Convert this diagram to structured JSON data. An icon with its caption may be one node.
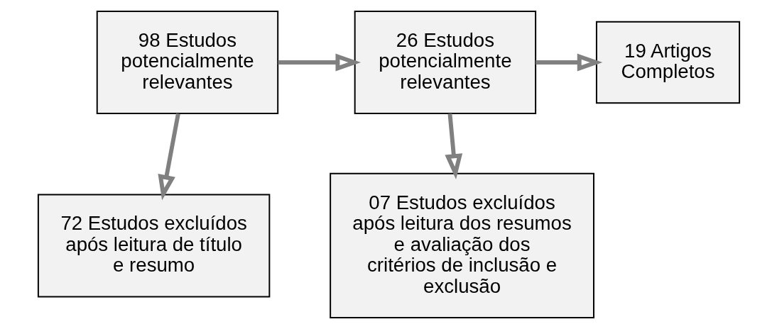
{
  "diagram": {
    "nodes": [
      {
        "text": [
          "98 Estudos potencialmente relevantes"
        ]
      },
      {
        "text": [
          "26 Estudos potencialmente relevantes"
        ]
      },
      {
        "text": [
          "19 Artigos Completos"
        ]
      },
      {
        "text": [
          "72 Estudos excluídos após leitura de título e resumo"
        ]
      },
      {
        "text": [
          "07 Estudos excluídos após leitura dos resumos e avaliação dos critérios de inclusão e exclusão"
        ]
      }
    ],
    "edges": [
      {
        "from": 0,
        "to": 1,
        "arrow": "to"
      },
      {
        "from": 0,
        "to": 3,
        "arrow": "to"
      },
      {
        "from": 1,
        "to": 2,
        "arrow": "to"
      },
      {
        "from": 1,
        "to": 4,
        "arrow": "to"
      }
    ]
  }
}
